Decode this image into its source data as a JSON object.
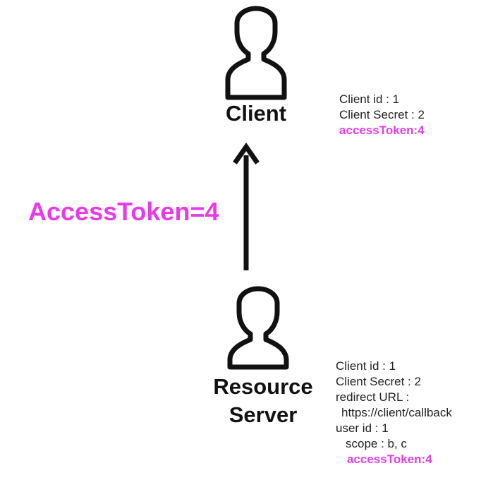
{
  "colors": {
    "ink": "#111111",
    "highlight": "#e83ae8"
  },
  "client": {
    "icon": "person-icon",
    "label": "Client",
    "notes": {
      "client_id": "Client id : 1",
      "client_secret": "Client Secret : 2",
      "access_token": "accessToken:4"
    }
  },
  "resource_server": {
    "icon": "person-icon",
    "label_line1": "Resource",
    "label_line2": "Server",
    "notes": {
      "client_id": "Client id : 1",
      "client_secret": "Client Secret : 2",
      "redirect_label": "redirect URL :",
      "redirect_url": "https://client/callback",
      "user_id": "user id : 1",
      "scope": "scope : b, c",
      "access_token": "accessToken:4"
    }
  },
  "flow": {
    "label": "AccessToken=4"
  }
}
